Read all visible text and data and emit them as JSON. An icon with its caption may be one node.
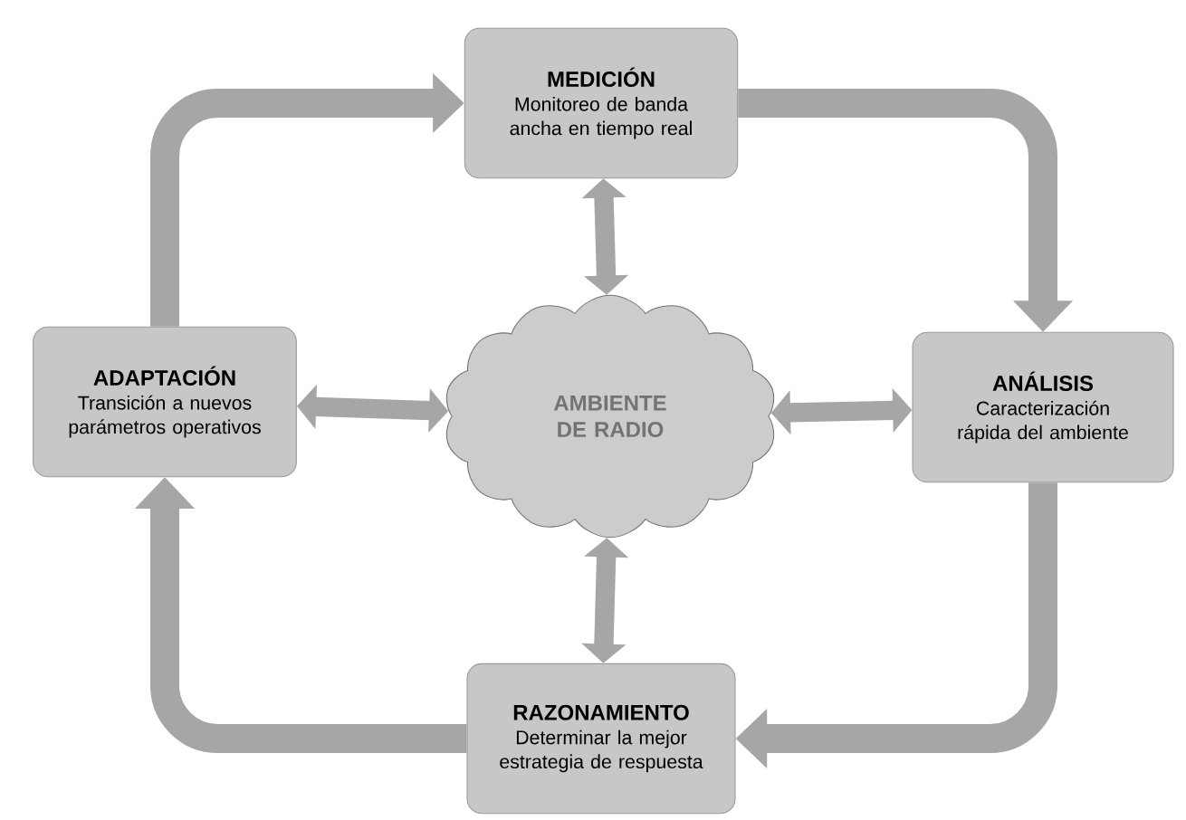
{
  "diagram": {
    "nodes": [
      {
        "text": [
          "MEDICIÓN",
          "Monitoreo de banda ancha en tiempo real"
        ]
      },
      {
        "text": [
          "ADAPTACIÓN",
          "Transición a nuevos parámetros operativos"
        ]
      },
      {
        "text": [
          "AMBIENTE DE RADIO"
        ]
      },
      {
        "text": [
          "ANÁLISIS",
          "Caracterización rápida del ambiente"
        ]
      },
      {
        "text": [
          "RAZONAMIENTO",
          "Determinar la mejor estrategia de respuesta"
        ]
      }
    ],
    "edges": [
      {
        "from": 1,
        "to": 0,
        "arrow": "to"
      },
      {
        "from": 0,
        "to": 3,
        "arrow": "to"
      },
      {
        "from": 3,
        "to": 4,
        "arrow": "to"
      },
      {
        "from": 4,
        "to": 1,
        "arrow": "to"
      },
      {
        "from": 0,
        "to": 2,
        "arrow": "both"
      },
      {
        "from": 1,
        "to": 2,
        "arrow": "both"
      },
      {
        "from": 2,
        "to": 3,
        "arrow": "both"
      },
      {
        "from": 2,
        "to": 4,
        "arrow": "both"
      }
    ]
  }
}
